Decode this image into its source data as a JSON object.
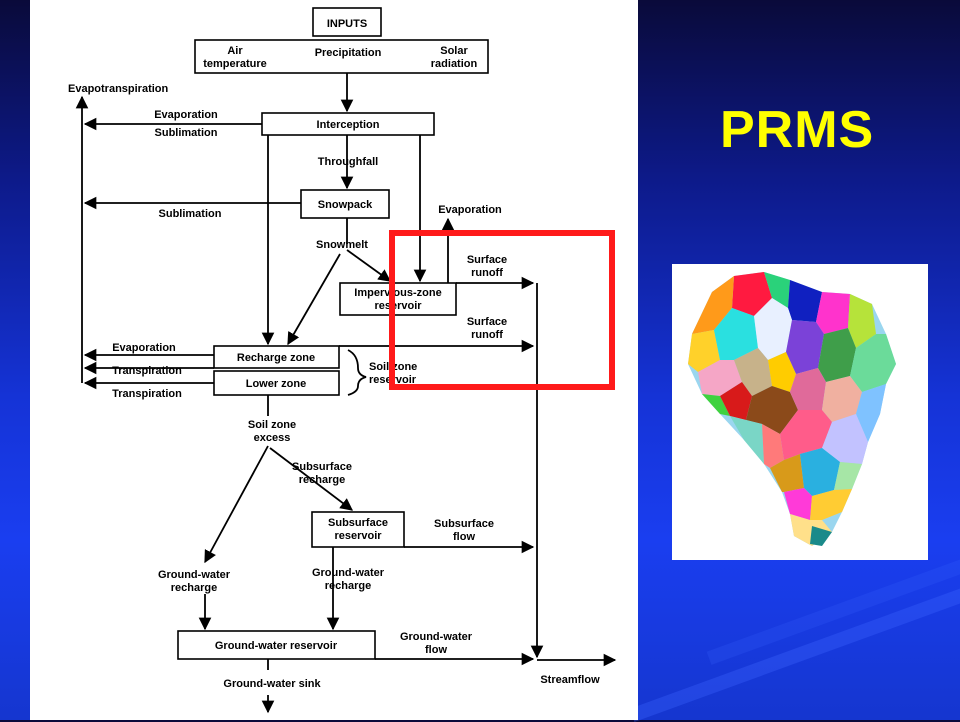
{
  "title": "PRMS",
  "diagram": {
    "inputs": "INPUTS",
    "air_temperature_1": "Air",
    "air_temperature_2": "temperature",
    "precipitation": "Precipitation",
    "solar_1": "Solar",
    "solar_2": "radiation",
    "evapotranspiration": "Evapotranspiration",
    "evaporation_top": "Evaporation",
    "sublimation_top": "Sublimation",
    "interception": "Interception",
    "throughfall": "Throughfall",
    "snowpack": "Snowpack",
    "sublimation_mid": "Sublimation",
    "evaporation_right": "Evaporation",
    "snowmelt": "Snowmelt",
    "surface_runoff_1a": "Surface",
    "surface_runoff_1b": "runoff",
    "impervious_1": "Impervious-zone",
    "impervious_2": "reservoir",
    "surface_runoff_2a": "Surface",
    "surface_runoff_2b": "runoff",
    "evaporation_left": "Evaporation",
    "recharge_zone": "Recharge zone",
    "transpiration_1": "Transpiration",
    "lower_zone": "Lower zone",
    "transpiration_2": "Transpiration",
    "soil_zone_reservoir_1": "Soil zone",
    "soil_zone_reservoir_2": "reservoir",
    "soil_zone_excess_1": "Soil zone",
    "soil_zone_excess_2": "excess",
    "subsurface_recharge_1": "Subsurface",
    "subsurface_recharge_2": "recharge",
    "subsurface_reservoir_1": "Subsurface",
    "subsurface_reservoir_2": "reservoir",
    "subsurface_flow_1": "Subsurface",
    "subsurface_flow_2": "flow",
    "gw_recharge_left_1": "Ground-water",
    "gw_recharge_left_2": "recharge",
    "gw_recharge_mid_1": "Ground-water",
    "gw_recharge_mid_2": "recharge",
    "gw_reservoir": "Ground-water reservoir",
    "gw_flow_1": "Ground-water",
    "gw_flow_2": "flow",
    "gw_sink": "Ground-water sink",
    "streamflow": "Streamflow"
  },
  "colors": {
    "title": "#ffff00",
    "highlight": "#ff1a1a",
    "background": "#1a3ef0"
  }
}
